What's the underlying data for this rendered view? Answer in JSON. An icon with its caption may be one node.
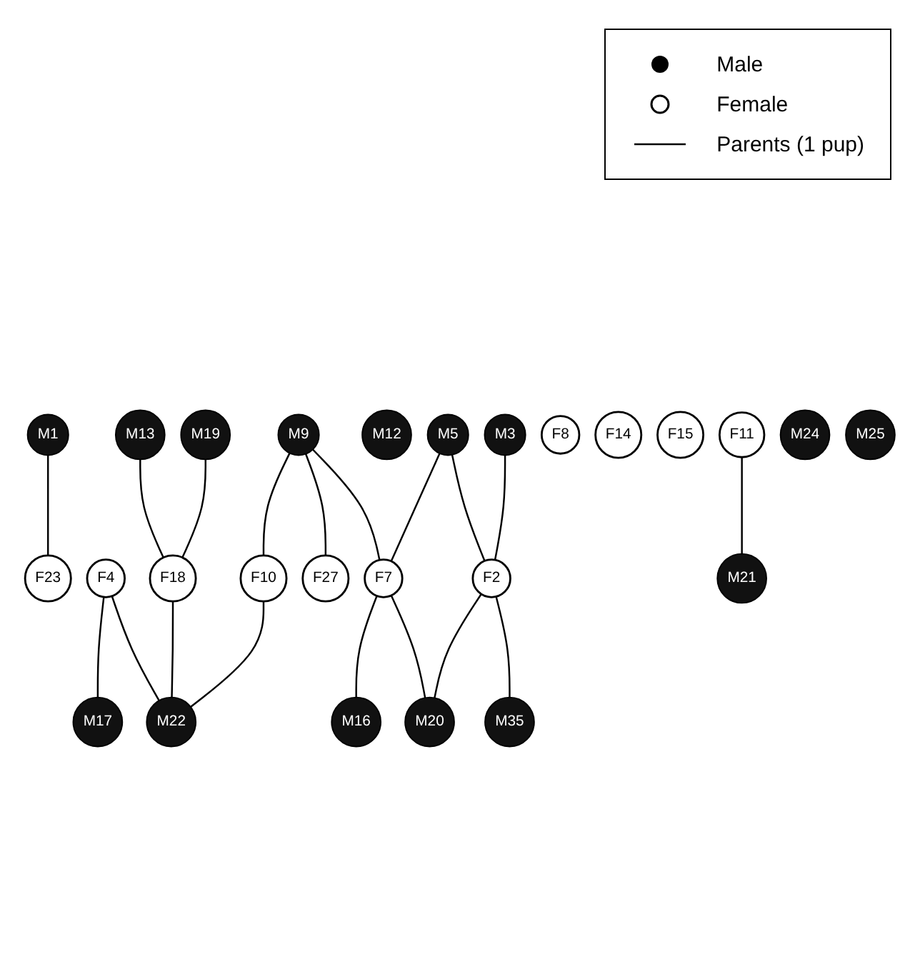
{
  "diagram": {
    "nodes": [
      {
        "text": [
          "M1"
        ]
      },
      {
        "text": [
          "M13"
        ]
      },
      {
        "text": [
          "M19"
        ]
      },
      {
        "text": [
          "M9"
        ]
      },
      {
        "text": [
          "M12"
        ]
      },
      {
        "text": [
          "M5"
        ]
      },
      {
        "text": [
          "M3"
        ]
      },
      {
        "text": [
          "F23"
        ]
      },
      {
        "text": [
          "F4"
        ]
      },
      {
        "text": [
          "F8"
        ]
      },
      {
        "text": [
          "F18"
        ]
      },
      {
        "text": [
          "F10"
        ]
      },
      {
        "text": [
          "F27"
        ]
      },
      {
        "text": [
          "F14"
        ]
      },
      {
        "text": [
          "F7"
        ]
      },
      {
        "text": [
          "F15"
        ]
      },
      {
        "text": [
          "F2"
        ]
      },
      {
        "text": [
          "F11"
        ]
      },
      {
        "text": [
          "M17"
        ]
      },
      {
        "text": [
          "M24"
        ]
      },
      {
        "text": [
          "M22"
        ]
      },
      {
        "text": [
          "M25"
        ]
      },
      {
        "text": [
          "M16"
        ]
      },
      {
        "text": [
          "M20"
        ]
      },
      {
        "text": [
          "M35"
        ]
      },
      {
        "text": [
          "M21"
        ]
      }
    ],
    "edges": [
      {
        "from": 0,
        "to": 7,
        "arrow": "none"
      },
      {
        "from": 1,
        "to": 10,
        "arrow": "none"
      },
      {
        "from": 2,
        "to": 10,
        "arrow": "none"
      },
      {
        "from": 3,
        "to": 11,
        "arrow": "none"
      },
      {
        "from": 3,
        "to": 12,
        "arrow": "none"
      },
      {
        "from": 3,
        "to": 14,
        "arrow": "none"
      },
      {
        "from": 5,
        "to": 14,
        "arrow": "none"
      },
      {
        "from": 5,
        "to": 16,
        "arrow": "none"
      },
      {
        "from": 6,
        "to": 16,
        "arrow": "none"
      },
      {
        "from": 8,
        "to": 18,
        "arrow": "none"
      },
      {
        "from": 8,
        "to": 20,
        "arrow": "none"
      },
      {
        "from": 10,
        "to": 20,
        "arrow": "none"
      },
      {
        "from": 11,
        "to": 20,
        "arrow": "none"
      },
      {
        "from": 14,
        "to": 22,
        "arrow": "none"
      },
      {
        "from": 14,
        "to": 23,
        "arrow": "none"
      },
      {
        "from": 16,
        "to": 23,
        "arrow": "none"
      },
      {
        "from": 16,
        "to": 24,
        "arrow": "none"
      },
      {
        "from": 17,
        "to": 25,
        "arrow": "none"
      }
    ],
    "legend": [
      {
        "text": "Male"
      },
      {
        "text": "Female"
      },
      {
        "text": "Parents (1 pup)"
      }
    ]
  }
}
